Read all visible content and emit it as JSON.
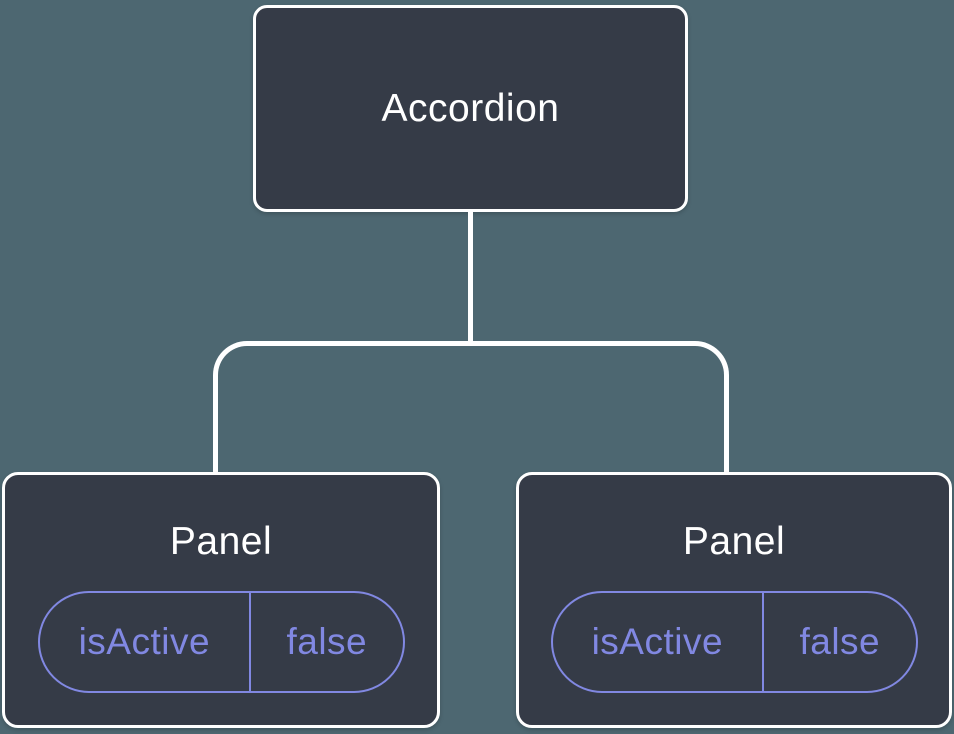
{
  "diagram": {
    "root": {
      "label": "Accordion"
    },
    "children": [
      {
        "label": "Panel",
        "state": {
          "key": "isActive",
          "value": "false"
        }
      },
      {
        "label": "Panel",
        "state": {
          "key": "isActive",
          "value": "false"
        }
      }
    ]
  },
  "colors": {
    "canvas-bg": "#4d6771",
    "node-bg": "#353b47",
    "node-border": "#ffffff",
    "connector": "#ffffff",
    "title-text": "#ffffff",
    "state-accent": "#8188e2"
  }
}
